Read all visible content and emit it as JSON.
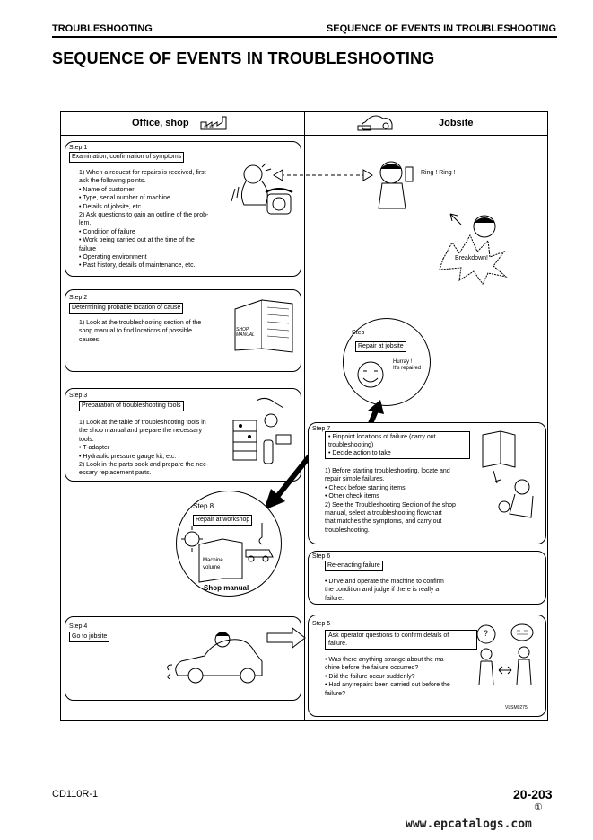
{
  "header": {
    "left": "TROUBLESHOOTING",
    "right": "SEQUENCE OF EVENTS IN TROUBLESHOOTING"
  },
  "page_title": "SEQUENCE OF EVENTS IN TROUBLESHOOTING",
  "columns": {
    "left": "Office, shop",
    "right": "Jobsite"
  },
  "step1": {
    "label": "Step 1",
    "title": "Examination, confirmation of symptoms",
    "lines": [
      "1)  When a request for repairs is received, first",
      "     ask the following points.",
      "     •    Name of customer",
      "     •    Type, serial number of machine",
      "     •    Details of jobsite, etc.",
      "2)  Ask questions to gain an outline of the prob-",
      "     lem.",
      "     •    Condition of failure",
      "     •    Work being carried out at the time of the",
      "          failure",
      "     •    Operating environment",
      "     •    Past history, details of maintenance, etc."
    ]
  },
  "step2": {
    "label": "Step 2",
    "title": "Determining probable location of cause",
    "lines": [
      "1)  Look at the troubleshooting section of the",
      "     shop manual to find locations of possible",
      "     causes."
    ]
  },
  "step3": {
    "label": "Step 3",
    "title": "Preparation of troubleshooting tools",
    "lines": [
      "1)  Look at the table of troubleshooting tools in",
      "     the shop manual and prepare the necessary",
      "     tools.",
      "     •    T-adapter",
      "     •    Hydraulic pressure gauge kit, etc.",
      "2)  Look in the parts book and prepare the nec-",
      "     essary replacement parts."
    ]
  },
  "step4": {
    "label": "Step 4",
    "title": "Go to jobsite"
  },
  "step5": {
    "label": "Step 5",
    "title_lines": [
      "Ask operator questions to confirm details of",
      "failure."
    ],
    "lines": [
      "•    Was there anything strange about the ma-",
      "     chine before the failure occurred?",
      "•    Did the failure occur suddenly?",
      "•    Had any repairs been carried out before the",
      "     failure?"
    ]
  },
  "step6": {
    "label": "Step 6",
    "title": "Re-enacting failure",
    "lines": [
      "•    Drive and operate the machine to confirm",
      "     the condition and judge if there is really a",
      "     failure."
    ]
  },
  "step7": {
    "label": "Step 7",
    "title_lines": [
      "•  Pinpoint locations of failure (carry out",
      "    troubleshooting)",
      "•  Decide action to take"
    ],
    "lines": [
      "1)  Before starting troubleshooting, locate and",
      "     repair simple failures.",
      "     •    Check before starting items",
      "     •    Other check items",
      "2)  See the Troubleshooting Section of the shop",
      "     manual, select a troubleshooting flowchart",
      "     that matches the symptoms, and carry out",
      "     troubleshooting."
    ]
  },
  "step8": {
    "label": "Step 8",
    "title": "Repair at workshop",
    "book_label_1": "Machine",
    "book_label_2": "volume",
    "caption": "Shop manual"
  },
  "jobsite_repair": {
    "label": "Step",
    "title": "Repair at jobsite",
    "speech_1": "Hurray !",
    "speech_2": "It's repaired"
  },
  "phone_text": "Ring ! Ring !",
  "breakdown_text": "Breakdown!",
  "manual_cover_1": "SHOP",
  "manual_cover_2": "MANUAL",
  "question_mark": "?",
  "figure_code": "VLSM0275",
  "footer": {
    "model": "CD110R-1",
    "page": "20-203",
    "revision": "①",
    "website": "www.epcatalogs.com"
  }
}
